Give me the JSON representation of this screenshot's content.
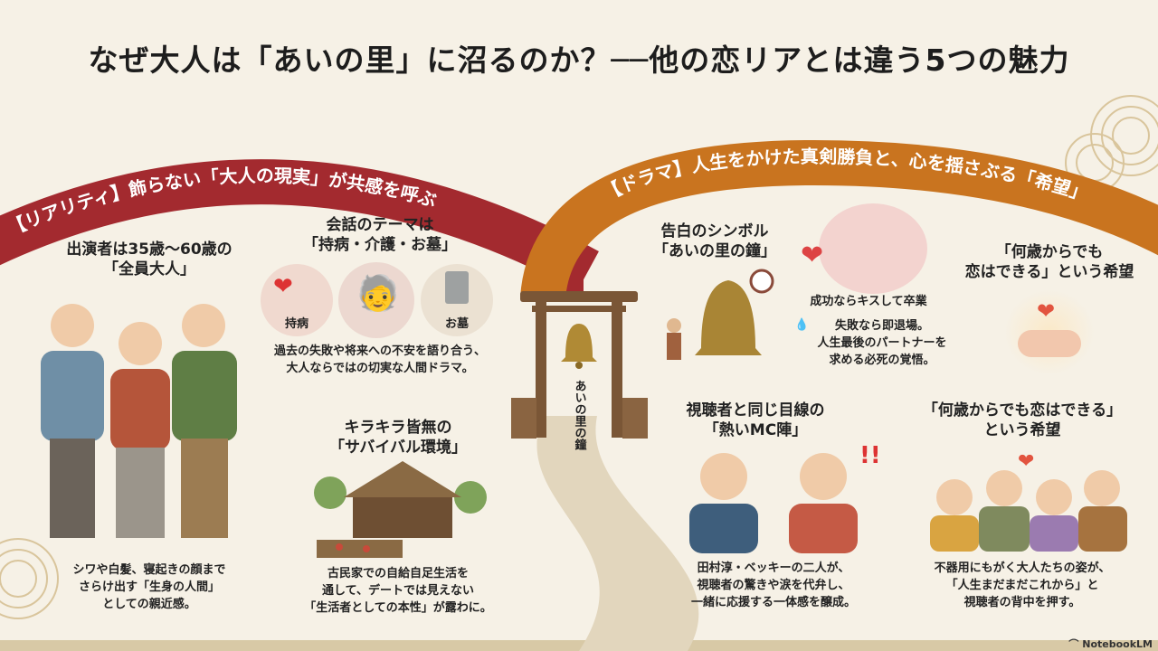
{
  "title": "なぜ大人は「あいの里」に沼るのか？──他の恋リアとは違う5つの魅力",
  "colors": {
    "background": "#f6f1e6",
    "reality_band": "#a32a2f",
    "drama_band": "#c9741f",
    "gate": "#7a5636",
    "path": "#e2d6bd"
  },
  "reality": {
    "band_label": "【リアリティ】飾らない「大人の現実」が共感を呼ぶ",
    "cast": {
      "heading_1": "出演者は35歳〜60歳の",
      "heading_2": "「全員大人」",
      "desc_1": "シワや白髪、寝起きの顔まで",
      "desc_2": "さらけ出す「生身の人間」",
      "desc_3": "としての親近感。"
    },
    "themes": {
      "heading_1": "会話のテーマは",
      "heading_2": "「持病・介護・お墓」",
      "label_illness": "持病",
      "label_grave": "お墓",
      "desc_1": "過去の失敗や将来への不安を語り合う、",
      "desc_2": "大人ならではの切実な人間ドラマ。"
    },
    "survival": {
      "heading_1": "キラキラ皆無の",
      "heading_2": "「サバイバル環境」",
      "desc_1": "古民家での自給自足生活を",
      "desc_2": "通して、デートでは見えない",
      "desc_3": "「生活者としての本性」が露わに。"
    }
  },
  "center": {
    "bell_label": "あいの里の鐘"
  },
  "drama": {
    "band_label": "【ドラマ】人生をかけた真剣勝負と、心を揺さぶる「希望」",
    "bell": {
      "heading_1": "告白のシンボル",
      "heading_2": "「あいの里の鐘」",
      "success": "成功ならキスして卒業",
      "fail_1": "失敗なら即退場。",
      "fail_2": "人生最後のパートナーを",
      "fail_3": "求める必死の覚悟。"
    },
    "hope_top": {
      "heading_1": "「何歳からでも",
      "heading_2": "恋はできる」という希望"
    },
    "mc": {
      "heading_1": "視聴者と同じ目線の",
      "heading_2": "「熱いMC陣」",
      "desc_1": "田村淳・ベッキーの二人が、",
      "desc_2": "視聴者の驚きや涙を代弁し、",
      "desc_3": "一緒に応援する一体感を醸成。"
    },
    "hope": {
      "heading_1": "「何歳からでも恋はできる」",
      "heading_2": "という希望",
      "desc_1": "不器用にもがく大人たちの姿が、",
      "desc_2": "「人生まだまだこれから」と",
      "desc_3": "視聴者の背中を押す。"
    }
  },
  "footer": {
    "brand": "NotebookLM"
  }
}
